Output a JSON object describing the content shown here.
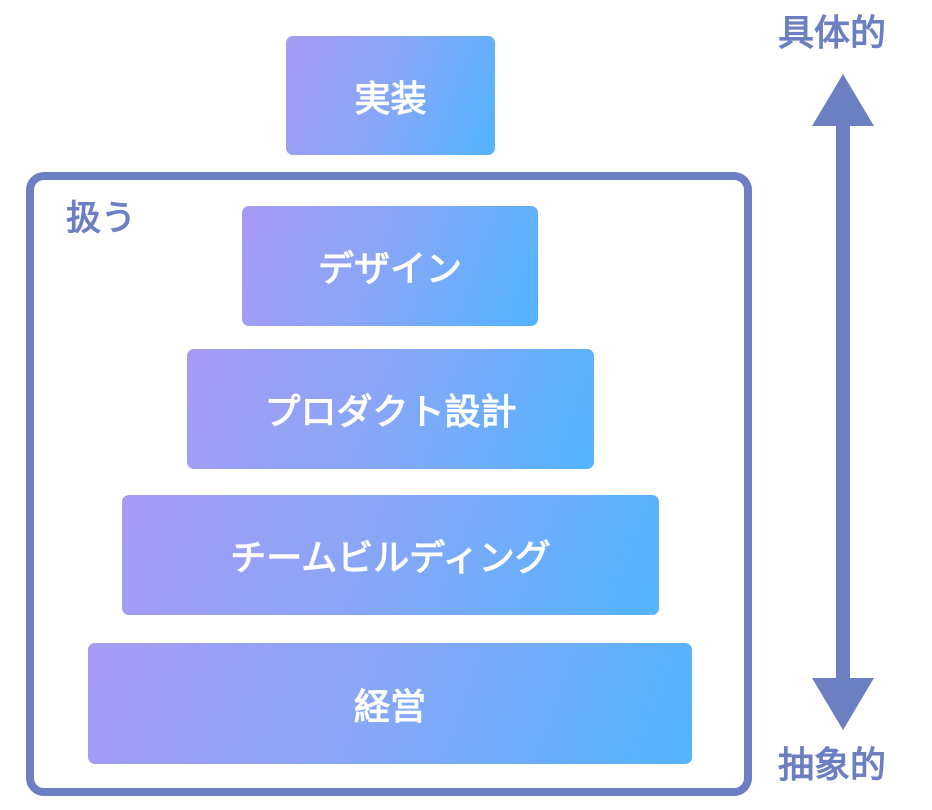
{
  "layers": {
    "implementation": "実装",
    "design": "デザイン",
    "product_design": "プロダクト設計",
    "team_building": "チームビルディング",
    "management": "経営"
  },
  "scope_label": "扱う",
  "axis": {
    "top": "具体的",
    "bottom": "抽象的"
  },
  "colors": {
    "accent": "#6b7fc2",
    "gradient_start": "#a79af4",
    "gradient_end": "#52b4ff"
  }
}
